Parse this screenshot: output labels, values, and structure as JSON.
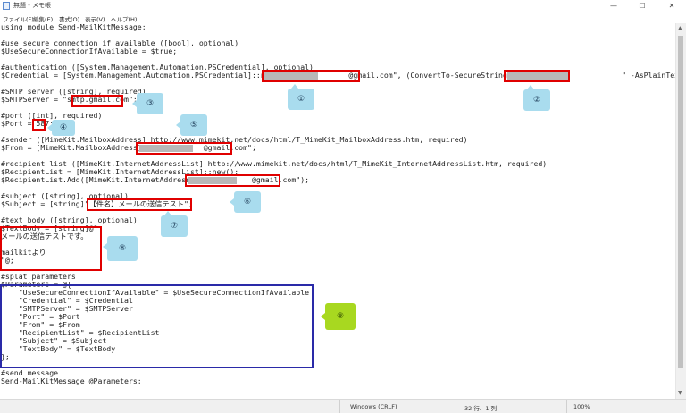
{
  "window": {
    "title": "無題 - メモ帳",
    "minimize_glyph": "—",
    "maximize_glyph": "☐",
    "close_glyph": "✕"
  },
  "menu": [
    "ファイル(F)",
    "編集(E)",
    "書式(O)",
    "表示(V)",
    "ヘルプ(H)"
  ],
  "code_lines": [
    "using module Send-MailKitMessage;",
    "",
    "#use secure connection if available ([bool], optional)",
    "$UseSecureConnectionIfAvailable = $true;",
    "",
    "#authentication ([System.Management.Automation.PSCredential], optional)",
    "$Credential = [System.Management.Automation.PSCredential]::new(\"               @gmail.com\", (ConvertTo-SecureString -String \"                \" -AsPlainText -Force));",
    "",
    "#SMTP server ([string], required)",
    "$SMTPServer = \"smtp.gmail.com\";",
    "",
    "#port ([int], required)",
    "$Port = 587;",
    "",
    "#sender ([MimeKit.MailboxAddress] http://www.mimekit.net/docs/html/T_MimeKit_MailboxAddress.htm, required)",
    "$From = [MimeKit.MailboxAddress]\"             @gmail.com\";",
    "",
    "#recipient list ([MimeKit.InternetAddressList] http://www.mimekit.net/docs/html/T_MimeKit_InternetAddressList.htm, required)",
    "$RecipientList = [MimeKit.InternetAddressList]::new();",
    "$RecipientList.Add([MimeKit.InternetAddress]\"            @gmail.com\");",
    "",
    "#subject ([string], optional)",
    "$Subject = [string]\"【件名】メールの送信テスト\";",
    "",
    "#text body ([string], optional)",
    "$TextBody = [string]@\"",
    "メールの送信テストです。",
    "",
    "mailkitより",
    "\"@;",
    "",
    "#splat parameters",
    "$Parameters = @{",
    "    \"UseSecureConnectionIfAvailable\" = $UseSecureConnectionIfAvailable",
    "    \"Credential\" = $Credential",
    "    \"SMTPServer\" = $SMTPServer",
    "    \"Port\" = $Port",
    "    \"From\" = $From",
    "    \"RecipientList\" = $RecipientList",
    "    \"Subject\" = $Subject",
    "    \"TextBody\" = $TextBody",
    "};",
    "",
    "#send message",
    "Send-MailKitMessage @Parameters;"
  ],
  "callouts": [
    "①",
    "②",
    "③",
    "④",
    "⑤",
    "⑥",
    "⑦",
    "⑧",
    "⑨"
  ],
  "status": {
    "line_ending": "Windows (CRLF)",
    "position": "32 行、1 列",
    "zoom": "100%"
  },
  "colors": {
    "highlight_red": "#e00000",
    "highlight_blue": "#2a2aa8",
    "callout_blue": "#a9dcee",
    "callout_green": "#a8d820",
    "redaction_gray": "#b8b8b8"
  }
}
